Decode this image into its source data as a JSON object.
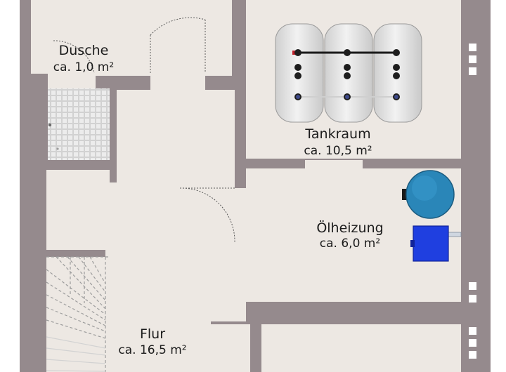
{
  "colors": {
    "wall": "#958a8d",
    "floor": "#ede8e3",
    "tank": "#e4e4e4",
    "boiler": "#2a86b8",
    "heater": "#1f3fe0"
  },
  "rooms": {
    "dusche": {
      "name": "Dusche",
      "area": "ca. 1,0 m²"
    },
    "tankraum": {
      "name": "Tankraum",
      "area": "ca. 10,5 m²"
    },
    "heizung": {
      "name": "Ölheizung",
      "area": "ca. 6,0 m²"
    },
    "flur": {
      "name": "Flur",
      "area": "ca. 16,5 m²"
    }
  },
  "icons": [
    "oil-tank-icon",
    "boiler-tank-icon",
    "oil-heater-icon",
    "shower-tray-icon",
    "window-icon",
    "staircase-icon",
    "door-swing-icon"
  ]
}
